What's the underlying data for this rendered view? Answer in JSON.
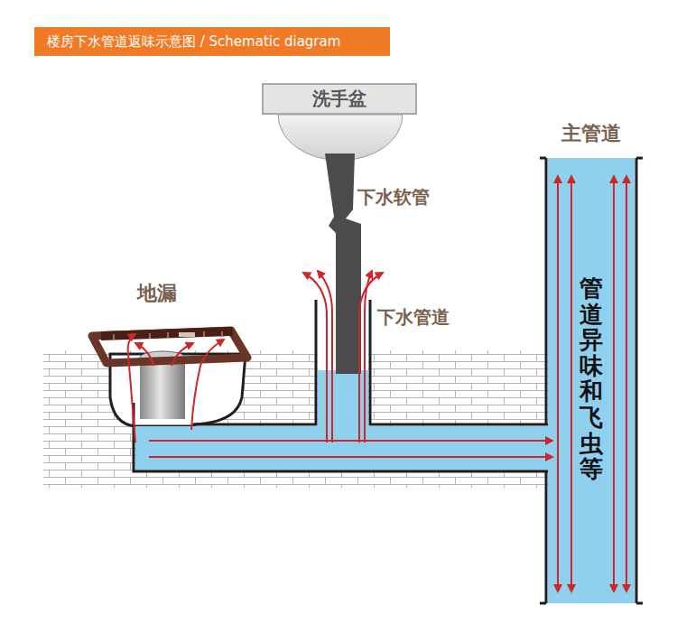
{
  "diagram": {
    "title": "楼房下水管道返味示意图 / Schematic diagram",
    "nodes": [
      {
        "text": [
          "洗手盆"
        ]
      },
      {
        "text": [
          "主管道",
          "管道异味和飞虫等"
        ]
      }
    ],
    "labels": [
      "下水软管",
      "地漏",
      "下水管道"
    ]
  }
}
